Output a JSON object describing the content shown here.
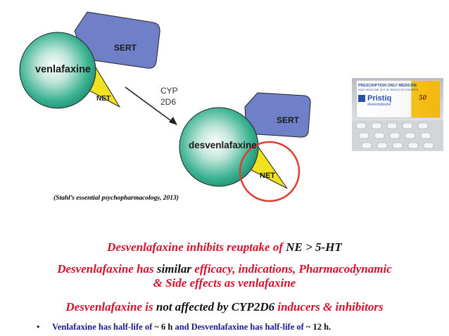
{
  "diagram": {
    "venlafaxine_label": "venlafaxine",
    "sert1_label": "SERT",
    "net1_label": "NET",
    "cyp_label_1": "CYP",
    "cyp_label_2": "2D6",
    "desvenlafaxine_label": "desvenlafaxine",
    "sert2_label": "SERT",
    "net2_label": "NET"
  },
  "citation": "(Stahl’s  essential psychopharmacology, 2013)",
  "product_box": {
    "line1": "PRESCRIPTION ONLY MEDICINE",
    "line2": "KEEP MEDICINE OUT OF REACH OF CHILDREN",
    "brand": "Pristiq",
    "generic": "desvenlafaxine",
    "dose": "50"
  },
  "statements": {
    "s1_a": "Desvenlafaxine inhibits reuptake of ",
    "s1_b": "NE > 5-HT",
    "s2_a": "Desvenlafaxine has ",
    "s2_b": "similar ",
    "s2_c": "efficacy, indications, Pharmacodynamic",
    "s2_d": "& Side effects as venlafaxine",
    "s3_a": "Desvenlafaxine is ",
    "s3_b": "not  affected by CYP2D6 ",
    "s3_c": "inducers & inhibitors"
  },
  "bullet": {
    "symbol": "•",
    "a": "Venlafaxine has half-life of ",
    "b": "~ 6 h ",
    "c": "and Desvenlafaxine has half-life of ",
    "d": "~ 12 h."
  },
  "colors": {
    "sphere": "#2fae8e",
    "transporter": "#6f80c8",
    "net_triangle": "#f1e11e",
    "highlight_circle": "#e23b2e",
    "statement_red": "#d4102a",
    "bullet_blue": "#1a1a8c"
  }
}
